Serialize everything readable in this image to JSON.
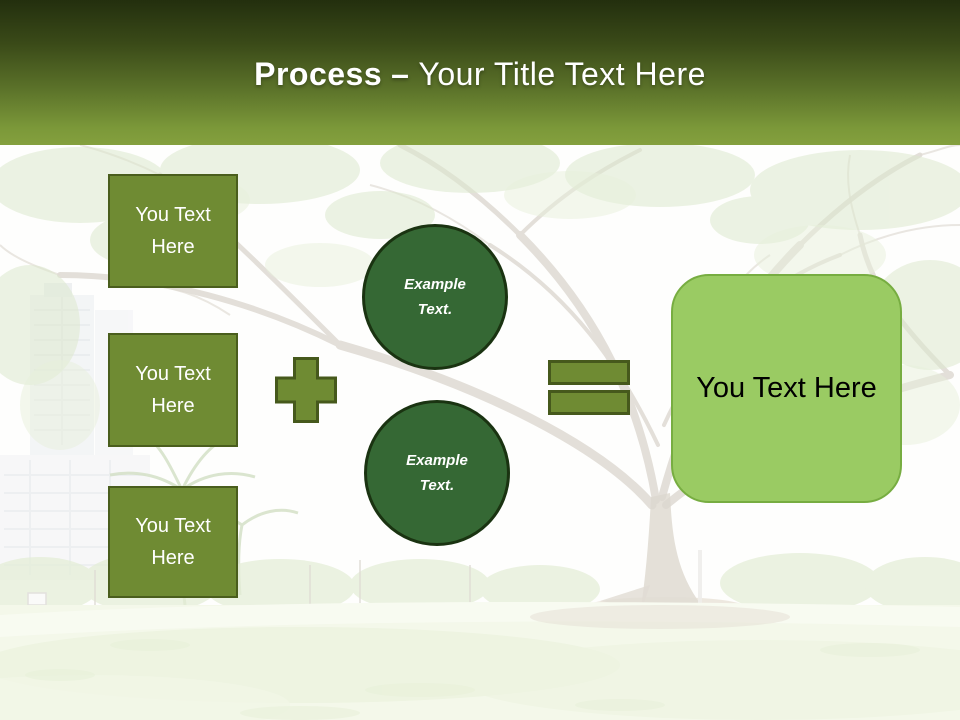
{
  "title": {
    "highlight": "Process",
    "separator": "–",
    "rest": "Your Title Text Here"
  },
  "input_boxes": [
    {
      "label": "You Text Here"
    },
    {
      "label": "You Text Here"
    },
    {
      "label": "You Text Here"
    }
  ],
  "example_circles": [
    {
      "label": "Example Text."
    },
    {
      "label": "Example Text."
    }
  ],
  "result_box": {
    "label": "You Text Here"
  },
  "operators": {
    "plus_icon": "plus-sign",
    "equals_icon": "equals-sign"
  },
  "colors": {
    "header_top": "#232f0e",
    "header_bottom": "#84a03e",
    "olive_fill": "#6f8b33",
    "olive_border": "#4a5e1d",
    "circle_fill": "#356834",
    "circle_border": "#1a3311",
    "result_fill": "#9acb63",
    "result_border": "#77ad41",
    "title_text": "#ffffff",
    "result_text": "#000000"
  }
}
